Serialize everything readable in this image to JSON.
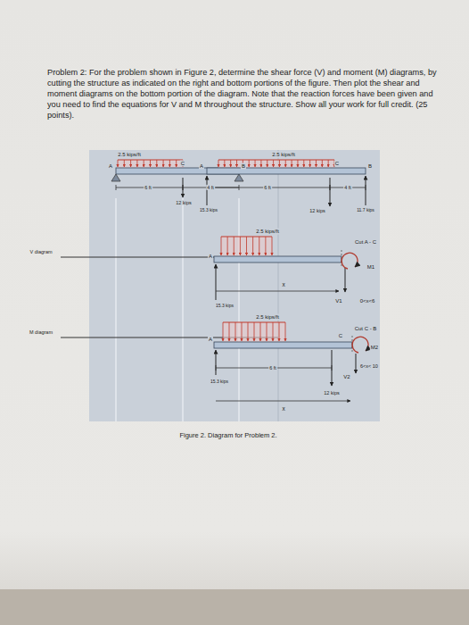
{
  "diagram": {
    "caption": "Figure 2. Diagram for Problem 2.",
    "labels": [
      "Problem 2: For the problem shown in Figure 2, determine the shear force (V) and moment (M) diagrams, by cutting the structure as indicated on the right and bottom portions of the figure. Then plot the shear and moment diagrams on the bottom portion of the diagram. Note that the reaction forces have been given and you need to find the equations for V and M throughout the structure. Show all your work for full credit. (25 points).",
      "2.5 kips/ft",
      "2.5 kips/ft",
      "C",
      "A",
      "B",
      "A",
      "C",
      "B",
      "6 ft",
      "4 ft",
      "6 ft",
      "4 ft",
      "12 kips",
      "15.3 kips",
      "12 kips",
      "11.7 kips",
      "2.5 kips/ft",
      "Cut A - C",
      "V diagram",
      "M1",
      "A",
      "x",
      "V1",
      "0<x<6",
      "15.3 kips",
      "2.5 kips/ft",
      "Cut C - B",
      "M diagram",
      "C",
      "M2",
      "A",
      "V2",
      "6<x< 10",
      "6 ft",
      "15.3 kips",
      "12 kips",
      "x"
    ]
  }
}
